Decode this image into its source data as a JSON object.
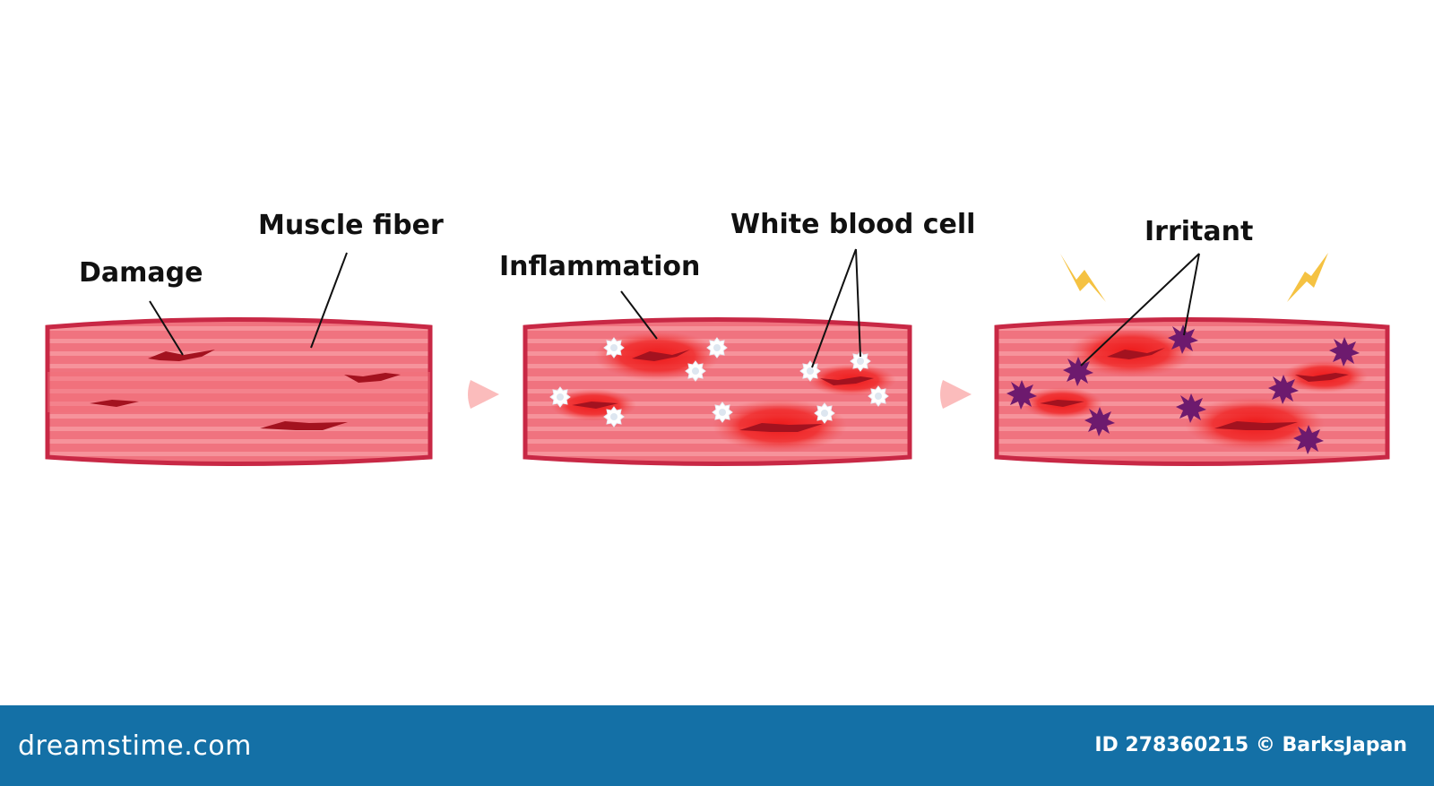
{
  "labels": {
    "damage": "Damage",
    "muscle_fiber": "Muscle fiber",
    "inflammation": "Inflammation",
    "white_blood_cell": "White blood cell",
    "irritant": "Irritant"
  },
  "footer": {
    "brand": "dreamstime.com",
    "id_text": "ID 278360215 © BarksJapan"
  },
  "colors": {
    "fiber": "#f0737f",
    "fiber_stripe": "#f89aa2",
    "fiber_edge": "#c82845",
    "damage": "#a3121f",
    "inflammation": "#ee1a1a",
    "white_blood_cell": "#ffffff",
    "irritant": "#6d1a6e",
    "lightning": "#f5c242",
    "arrow": "#fbbcbc",
    "footer_bg": "#1470a6"
  }
}
